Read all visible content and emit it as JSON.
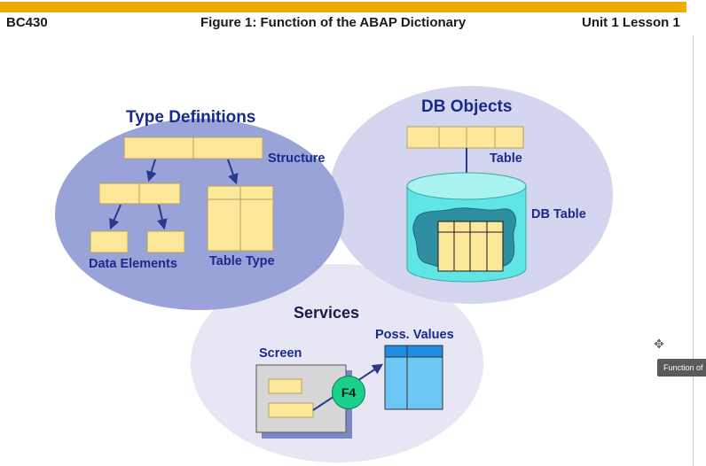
{
  "header": {
    "left": "BC430",
    "center": "Figure 1: Function of the ABAP Dictionary",
    "right": "Unit 1 Lesson 1"
  },
  "diagram": {
    "type_definitions": {
      "title": "Type Definitions",
      "structure_label": "Structure",
      "data_elements_label": "Data Elements",
      "table_type_label": "Table Type"
    },
    "db_objects": {
      "title": "DB Objects",
      "table_label": "Table",
      "db_table_label": "DB Table"
    },
    "services": {
      "title": "Services",
      "screen_label": "Screen",
      "poss_values_label": "Poss. Values",
      "f4_label": "F4"
    }
  },
  "overlay": {
    "tooltip_text": "Function of"
  },
  "colors": {
    "accent_bar": "#f0ab00",
    "type_definitions_fill": "#9aa3d8",
    "db_objects_fill": "#d3d6ee",
    "services_fill": "#e6e6f4",
    "box_fill": "#fde79a",
    "cylinder_fill": "#5fe6e4",
    "label_blue": "#1a2a8c",
    "value_list_fill": "#6cc7f4",
    "f4_fill": "#1bd08a"
  }
}
